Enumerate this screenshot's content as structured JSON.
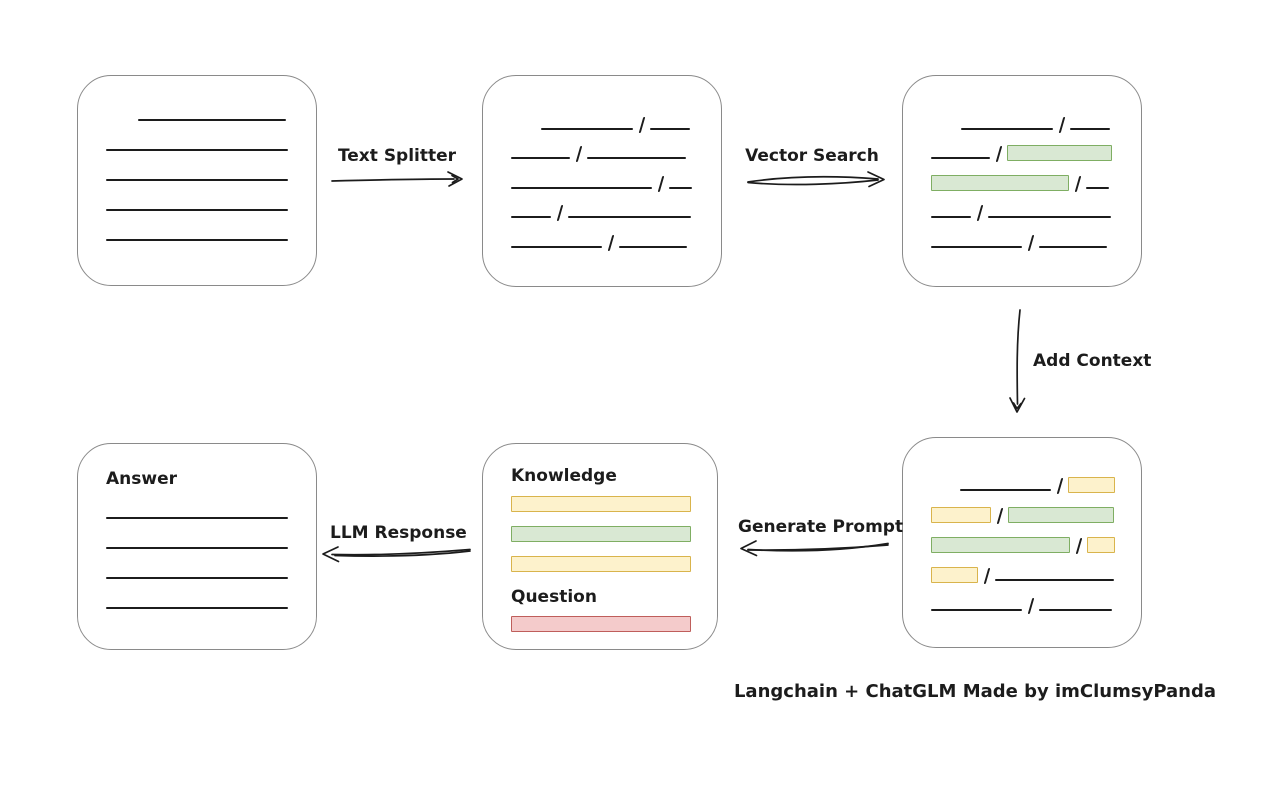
{
  "caption": "Langchain + ChatGLM Made by imClumsyPanda",
  "arrows": {
    "text_splitter": {
      "label": "Text Splitter"
    },
    "vector_search": {
      "label": "Vector Search"
    },
    "add_context": {
      "label": "Add Context"
    },
    "generate_prompt": {
      "label": "Generate Prompt"
    },
    "llm_response": {
      "label": "LLM Response"
    }
  },
  "colors": {
    "ink": "#1c1c1c",
    "box_border": "#8a8a8a",
    "green": {
      "fill": "#d9e8d3",
      "border": "#7fae63"
    },
    "yellow": {
      "fill": "#fdf2cc",
      "border": "#d9b44c"
    },
    "red": {
      "fill": "#f4cbcb",
      "border": "#bf5e5b"
    }
  },
  "boxes": {
    "document": {
      "rows": [
        [
          {
            "t": "gap",
            "w": 32
          },
          {
            "t": "line",
            "w": 148
          }
        ],
        [
          {
            "t": "line",
            "w": 182
          }
        ],
        [
          {
            "t": "line",
            "w": 182
          }
        ],
        [
          {
            "t": "line",
            "w": 182
          }
        ],
        [
          {
            "t": "line",
            "w": 182
          }
        ]
      ]
    },
    "chunks": {
      "rows": [
        [
          {
            "t": "gap",
            "w": 30
          },
          {
            "t": "line",
            "w": 92
          },
          {
            "t": "slash"
          },
          {
            "t": "line",
            "w": 40
          }
        ],
        [
          {
            "t": "line",
            "w": 59
          },
          {
            "t": "slash"
          },
          {
            "t": "line",
            "w": 99
          }
        ],
        [
          {
            "t": "line",
            "w": 141
          },
          {
            "t": "slash"
          },
          {
            "t": "line",
            "w": 23
          }
        ],
        [
          {
            "t": "line",
            "w": 40
          },
          {
            "t": "slash"
          },
          {
            "t": "line",
            "w": 123
          }
        ],
        [
          {
            "t": "line",
            "w": 91
          },
          {
            "t": "slash"
          },
          {
            "t": "line",
            "w": 68
          }
        ]
      ]
    },
    "vector_result": {
      "rows": [
        [
          {
            "t": "gap",
            "w": 30
          },
          {
            "t": "line",
            "w": 92
          },
          {
            "t": "slash"
          },
          {
            "t": "line",
            "w": 40
          }
        ],
        [
          {
            "t": "line",
            "w": 59
          },
          {
            "t": "slash"
          },
          {
            "t": "hl",
            "c": "green",
            "w": 105
          }
        ],
        [
          {
            "t": "hl",
            "c": "green",
            "w": 138
          },
          {
            "t": "slash"
          },
          {
            "t": "line",
            "w": 23
          }
        ],
        [
          {
            "t": "line",
            "w": 40
          },
          {
            "t": "slash"
          },
          {
            "t": "line",
            "w": 123
          }
        ],
        [
          {
            "t": "line",
            "w": 91
          },
          {
            "t": "slash"
          },
          {
            "t": "line",
            "w": 68
          }
        ]
      ]
    },
    "context_result": {
      "rows": [
        [
          {
            "t": "gap",
            "w": 30
          },
          {
            "t": "line",
            "w": 92
          },
          {
            "t": "slash"
          },
          {
            "t": "hl",
            "c": "yellow",
            "w": 48
          }
        ],
        [
          {
            "t": "hl",
            "c": "yellow",
            "w": 60
          },
          {
            "t": "slash"
          },
          {
            "t": "hl",
            "c": "green",
            "w": 106
          }
        ],
        [
          {
            "t": "hl",
            "c": "green",
            "w": 139
          },
          {
            "t": "slash"
          },
          {
            "t": "hl",
            "c": "yellow",
            "w": 28
          }
        ],
        [
          {
            "t": "hl",
            "c": "yellow",
            "w": 47
          },
          {
            "t": "slash"
          },
          {
            "t": "line",
            "w": 119
          }
        ],
        [
          {
            "t": "line",
            "w": 91
          },
          {
            "t": "slash"
          },
          {
            "t": "line",
            "w": 73
          }
        ]
      ]
    },
    "prompt": {
      "knowledge_label": "Knowledge",
      "question_label": "Question",
      "knowledge_bars": [
        "yellow",
        "green",
        "yellow"
      ],
      "question_bars": [
        "red"
      ]
    },
    "answer": {
      "label": "Answer",
      "rows": [
        [
          {
            "t": "line",
            "w": 182
          }
        ],
        [
          {
            "t": "line",
            "w": 182
          }
        ],
        [
          {
            "t": "line",
            "w": 182
          }
        ],
        [
          {
            "t": "line",
            "w": 182
          }
        ]
      ]
    }
  }
}
